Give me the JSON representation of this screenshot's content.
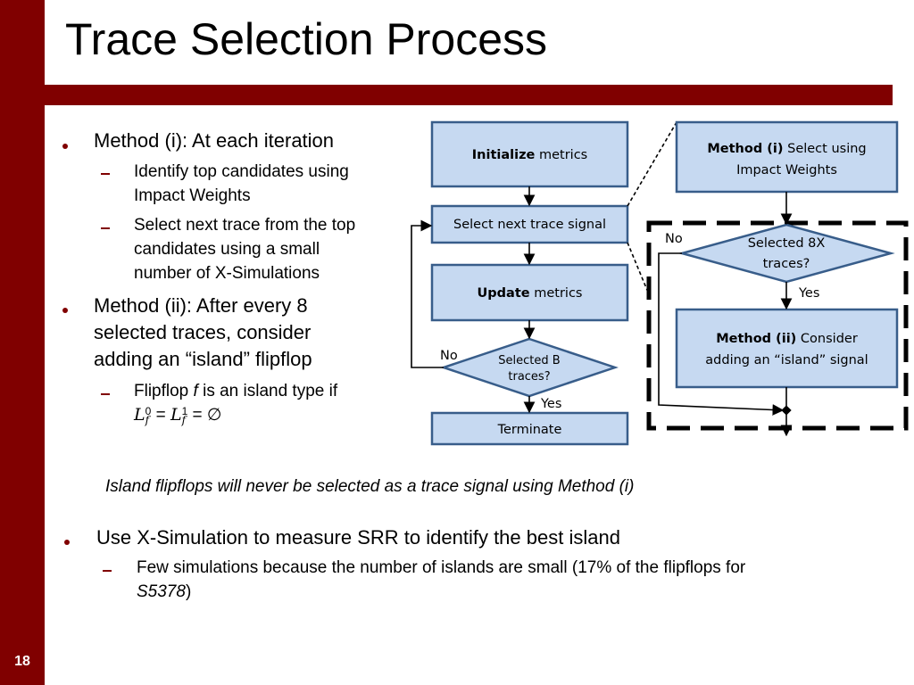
{
  "slide": {
    "title": "Trace Selection Process",
    "number": "18",
    "theme_color": "#800000",
    "node_fill": "#c6d9f1",
    "node_border": "#385d8a"
  },
  "bullets": {
    "m1_title": "Method (i): At each iteration",
    "m1_sub1_line1": "Identify top candidates using",
    "m1_sub1_line2": "Impact Weights",
    "m1_sub2_line1": "Select next trace from the top",
    "m1_sub2_line2": "candidates using a small",
    "m1_sub2_line3": "number of X-Simulations",
    "m2_line1": "Method (ii): After every 8",
    "m2_line2": "selected traces, consider",
    "m2_line3": "adding an “island” flipflop",
    "ff_pre": "Flipflop ",
    "ff_var": "f",
    "ff_post": " is an island type if",
    "ff_formula": "L",
    "ff_sup0": "0",
    "ff_sub": "f",
    "ff_eq": " = ",
    "ff_sup1": "1",
    "ff_empty": " = ∅"
  },
  "note": "Island flipflops will never be selected as a trace signal using Method (i)",
  "bottom": {
    "bullet": "Use X-Simulation to measure SRR to identify the best island",
    "sub_line1": "Few simulations because the number of islands are small (17% of the flipflops for",
    "sub_line2_italic": "S5378",
    "sub_line2_rest": ")"
  },
  "flowchart": {
    "init_bold": "Initialize",
    "init_rest": " metrics",
    "select_next": "Select next trace signal",
    "update_bold": "Update",
    "update_rest": " metrics",
    "dec_b_line1": "Selected B",
    "dec_b_line2": "traces?",
    "terminate": "Terminate",
    "no_left": "No",
    "yes_left": "Yes",
    "m1_bold": "Method (i)",
    "m1_rest": " Select using",
    "m1_line2": "Impact Weights",
    "dec_8x_line1": "Selected 8X",
    "dec_8x_line2": "traces?",
    "no_right": "No",
    "yes_right": "Yes",
    "m2_bold": "Method (ii)",
    "m2_rest": " Consider",
    "m2_line2": "adding an “island”  signal"
  }
}
